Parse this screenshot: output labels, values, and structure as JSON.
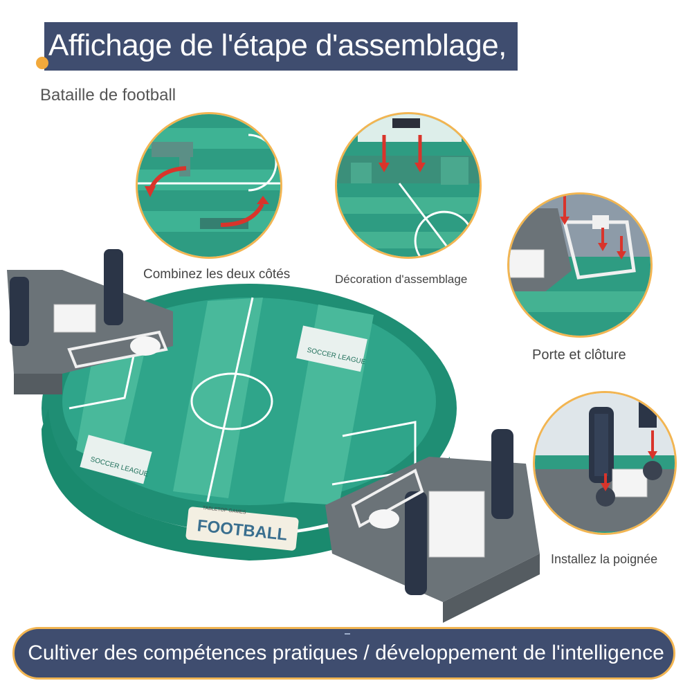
{
  "header": {
    "title": "Affichage de l'étape d'assemblage,",
    "subtitle": "Bataille de football"
  },
  "steps": [
    {
      "caption": "Combinez les deux côtés",
      "icon": "join-sides-detail"
    },
    {
      "caption": "Décoration d'assemblage",
      "icon": "decoration-detail"
    },
    {
      "caption": "Porte et clôture",
      "icon": "goal-fence-detail"
    },
    {
      "caption": "Installez la poignée",
      "icon": "handle-detail"
    }
  ],
  "product": {
    "board_labels": [
      "SOCCER LEAGUE",
      "SOCCER LEAGUE",
      "FOOTBALL",
      "TABLETOP GAMES"
    ]
  },
  "footer": {
    "text": "Cultiver des compétences pratiques / développement de l'intelligence"
  },
  "colors": {
    "banner": "#3f4d6f",
    "accent": "#f2b552",
    "field": "#2fa58a",
    "field_light": "#55c3a6",
    "frame": "#6b7378",
    "arrow": "#d9342b"
  }
}
